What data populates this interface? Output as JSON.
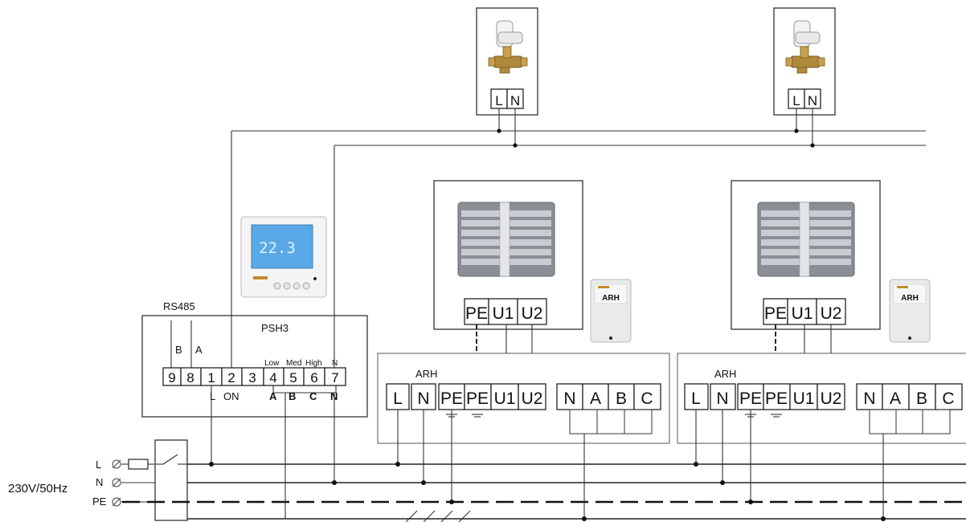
{
  "supply": {
    "voltage": "230V/50Hz",
    "line_l": "L",
    "line_n": "N",
    "line_pe": "PE"
  },
  "controller": {
    "name": "PSH3",
    "bus_label": "RS485",
    "bus_b": "B",
    "bus_a": "A",
    "terminals": [
      "9",
      "8",
      "1",
      "2",
      "3",
      "4",
      "5",
      "6",
      "7"
    ],
    "speed_labels": [
      "Low",
      "Med",
      "High",
      "N"
    ],
    "bottom_labels": [
      "L",
      "ON",
      "A",
      "B",
      "C",
      "N"
    ],
    "display_temp": "22.3"
  },
  "valves": [
    {
      "terminals": [
        "L",
        "N"
      ]
    },
    {
      "terminals": [
        "L",
        "N"
      ]
    }
  ],
  "heaters": [
    {
      "terminals": [
        "PE",
        "U1",
        "U2"
      ]
    },
    {
      "terminals": [
        "PE",
        "U1",
        "U2"
      ]
    }
  ],
  "arh_modules": [
    {
      "name": "ARH",
      "device_label": "ARH",
      "power_terminals": [
        "L",
        "N",
        "PE",
        "PE",
        "U1",
        "U2"
      ],
      "control_terminals": [
        "N",
        "A",
        "B",
        "C"
      ]
    },
    {
      "name": "ARH",
      "device_label": "ARH",
      "power_terminals": [
        "L",
        "N",
        "PE",
        "PE",
        "U1",
        "U2"
      ],
      "control_terminals": [
        "N",
        "A",
        "B",
        "C"
      ]
    }
  ],
  "colors": {
    "wire": "#222222",
    "heater_grille": "#8a8f96",
    "thermostat_screen": "#5aa9e6",
    "valve_brass": "#b08a3c"
  }
}
